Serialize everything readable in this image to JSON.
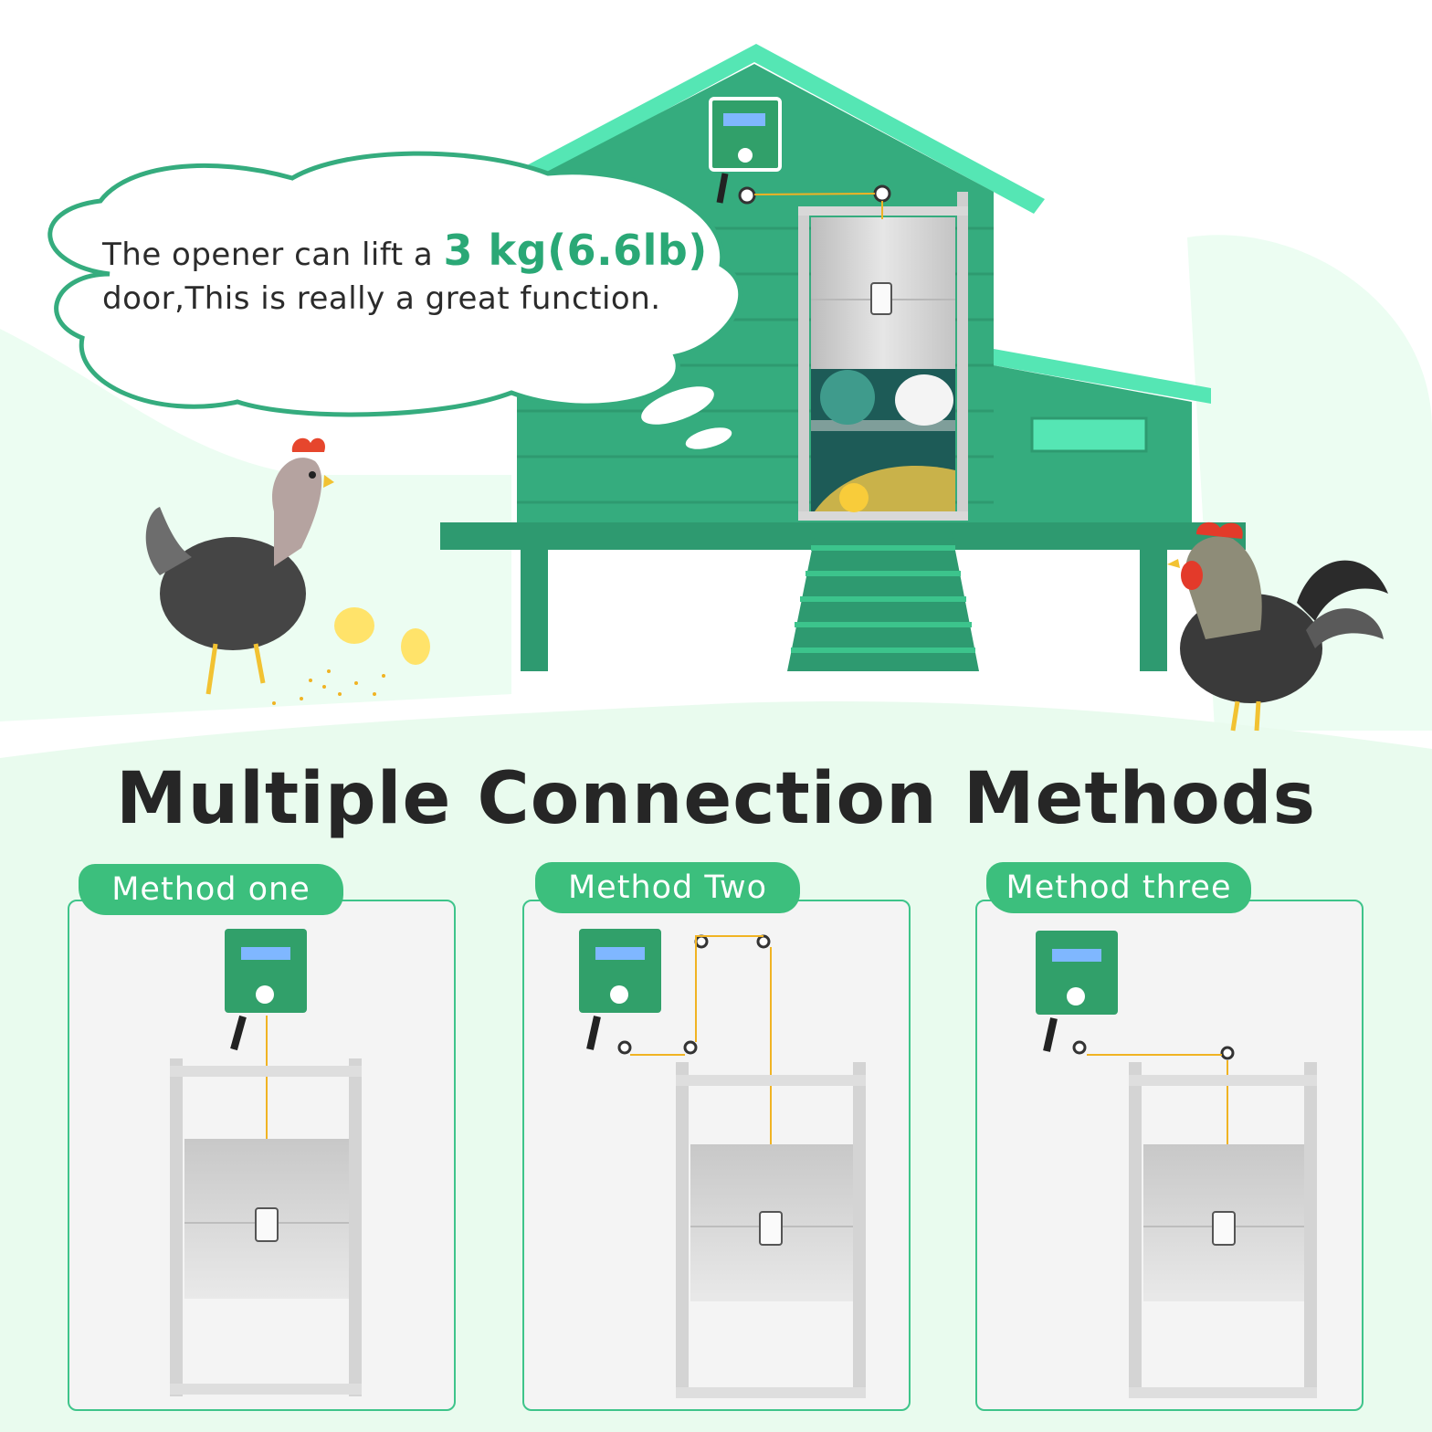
{
  "bubble": {
    "line1_prefix": "The opener can lift a ",
    "line1_highlight": "3 kg(6.6lb)",
    "line2": "door,This is really a great function."
  },
  "title": "Multiple Connection Methods",
  "methods": [
    {
      "label": "Method one"
    },
    {
      "label": "Method Two"
    },
    {
      "label": "Method three"
    }
  ],
  "colors": {
    "brand_green": "#3cbf7d",
    "coop_green": "#35ac7e",
    "roof_green": "#55e6b4",
    "text_dark": "#262626",
    "rope_yellow": "#f0b323",
    "panel_border": "#3ec48a"
  },
  "icons": [
    "controller-icon",
    "door-icon",
    "pulley-icon",
    "hen-icon",
    "rooster-icon",
    "chick-icon"
  ]
}
